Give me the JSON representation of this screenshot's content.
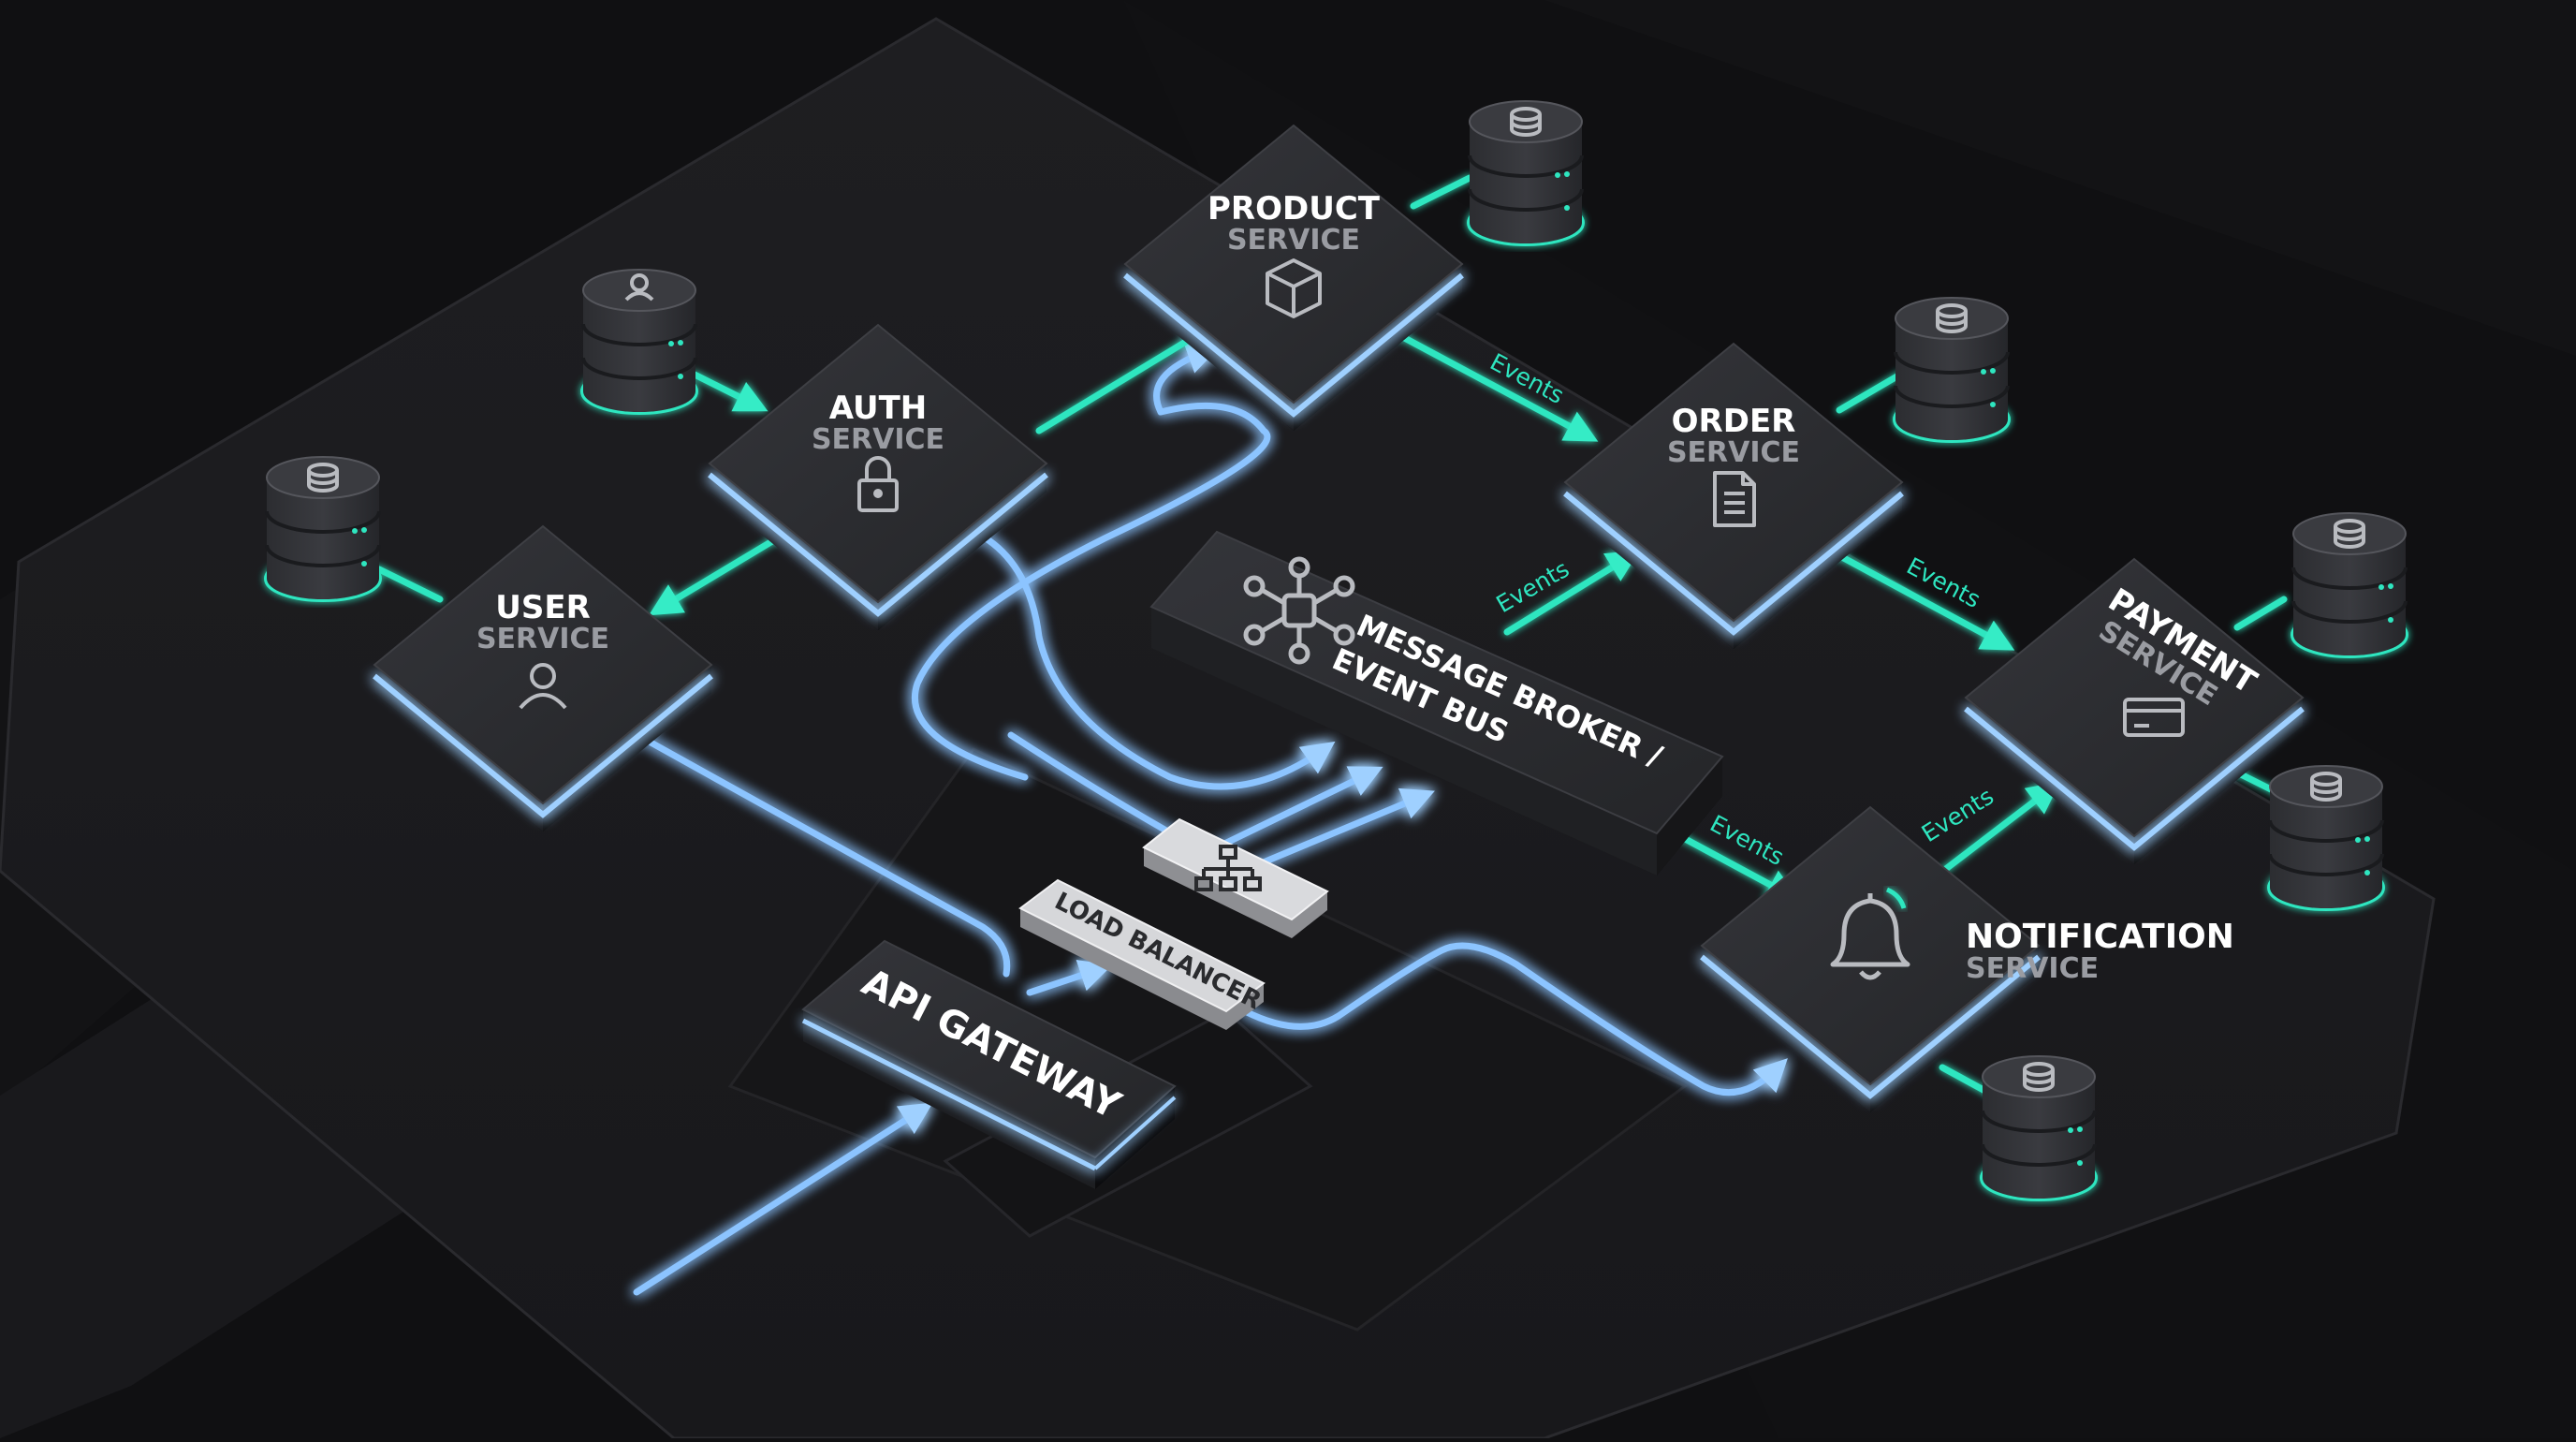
{
  "colors": {
    "background": "#101012",
    "platform": "#1c1c1f",
    "node": "#2a2b2e",
    "blue_glow": "#8fc6ff",
    "teal_glow": "#2ee6c0",
    "light_block": "#d6d7da"
  },
  "services": {
    "product": {
      "title": "PRODUCT",
      "subtitle": "SERVICE",
      "icon": "cube-icon"
    },
    "auth": {
      "title": "AUTH",
      "subtitle": "SERVICE",
      "icon": "lock-icon"
    },
    "user": {
      "title": "USER",
      "subtitle": "SERVICE",
      "icon": "user-icon"
    },
    "order": {
      "title": "ORDER",
      "subtitle": "SERVICE",
      "icon": "document-icon"
    },
    "payment": {
      "title": "PAYMENT",
      "subtitle": "SERVICE",
      "icon": "credit-card-icon"
    },
    "notification": {
      "title": "NOTIFICATION",
      "subtitle": "SERVICE",
      "icon": "bell-icon"
    }
  },
  "broker": {
    "line1": "MESSAGE BROKER /",
    "line2": "EVENT BUS",
    "icon": "network-hub-icon"
  },
  "gateway": {
    "label": "API GATEWAY"
  },
  "load_balancer": {
    "label": "LOAD BALANCER",
    "icon": "hierarchy-icon"
  },
  "edge_labels": {
    "product_order": "Events",
    "broker_order": "Events",
    "order_payment": "Events",
    "broker_notification": "Events",
    "notification_payment": "Events"
  }
}
